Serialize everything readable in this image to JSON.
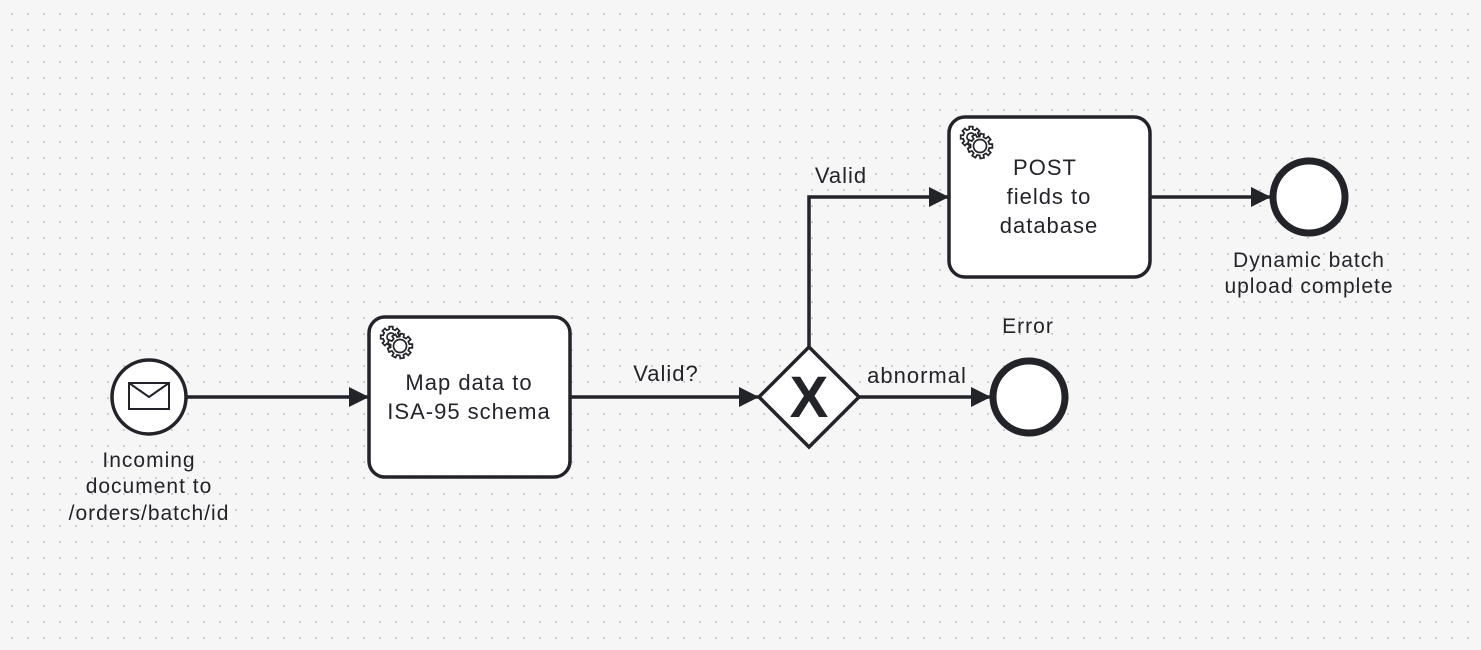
{
  "diagram": {
    "start_event": {
      "label_lines": [
        "Incoming",
        "document to",
        "/orders/batch/id"
      ],
      "icon": "envelope-icon"
    },
    "map_task": {
      "label_lines": [
        "Map data to",
        "ISA-95 schema"
      ],
      "icon": "gear-icon"
    },
    "post_task": {
      "label_lines": [
        "POST",
        "fields to",
        "database"
      ],
      "icon": "gear-icon"
    },
    "gateway": {
      "symbol": "X",
      "type": "exclusive"
    },
    "flows": {
      "to_gateway_label": "Valid?",
      "valid_label": "Valid",
      "abnormal_label": "abnormal"
    },
    "end_success": {
      "label_lines": [
        "Dynamic batch",
        "upload complete"
      ]
    },
    "end_error": {
      "label": "Error"
    },
    "colors": {
      "stroke": "#22242a",
      "fill": "#ffffff",
      "background": "#f6f6f6"
    }
  }
}
